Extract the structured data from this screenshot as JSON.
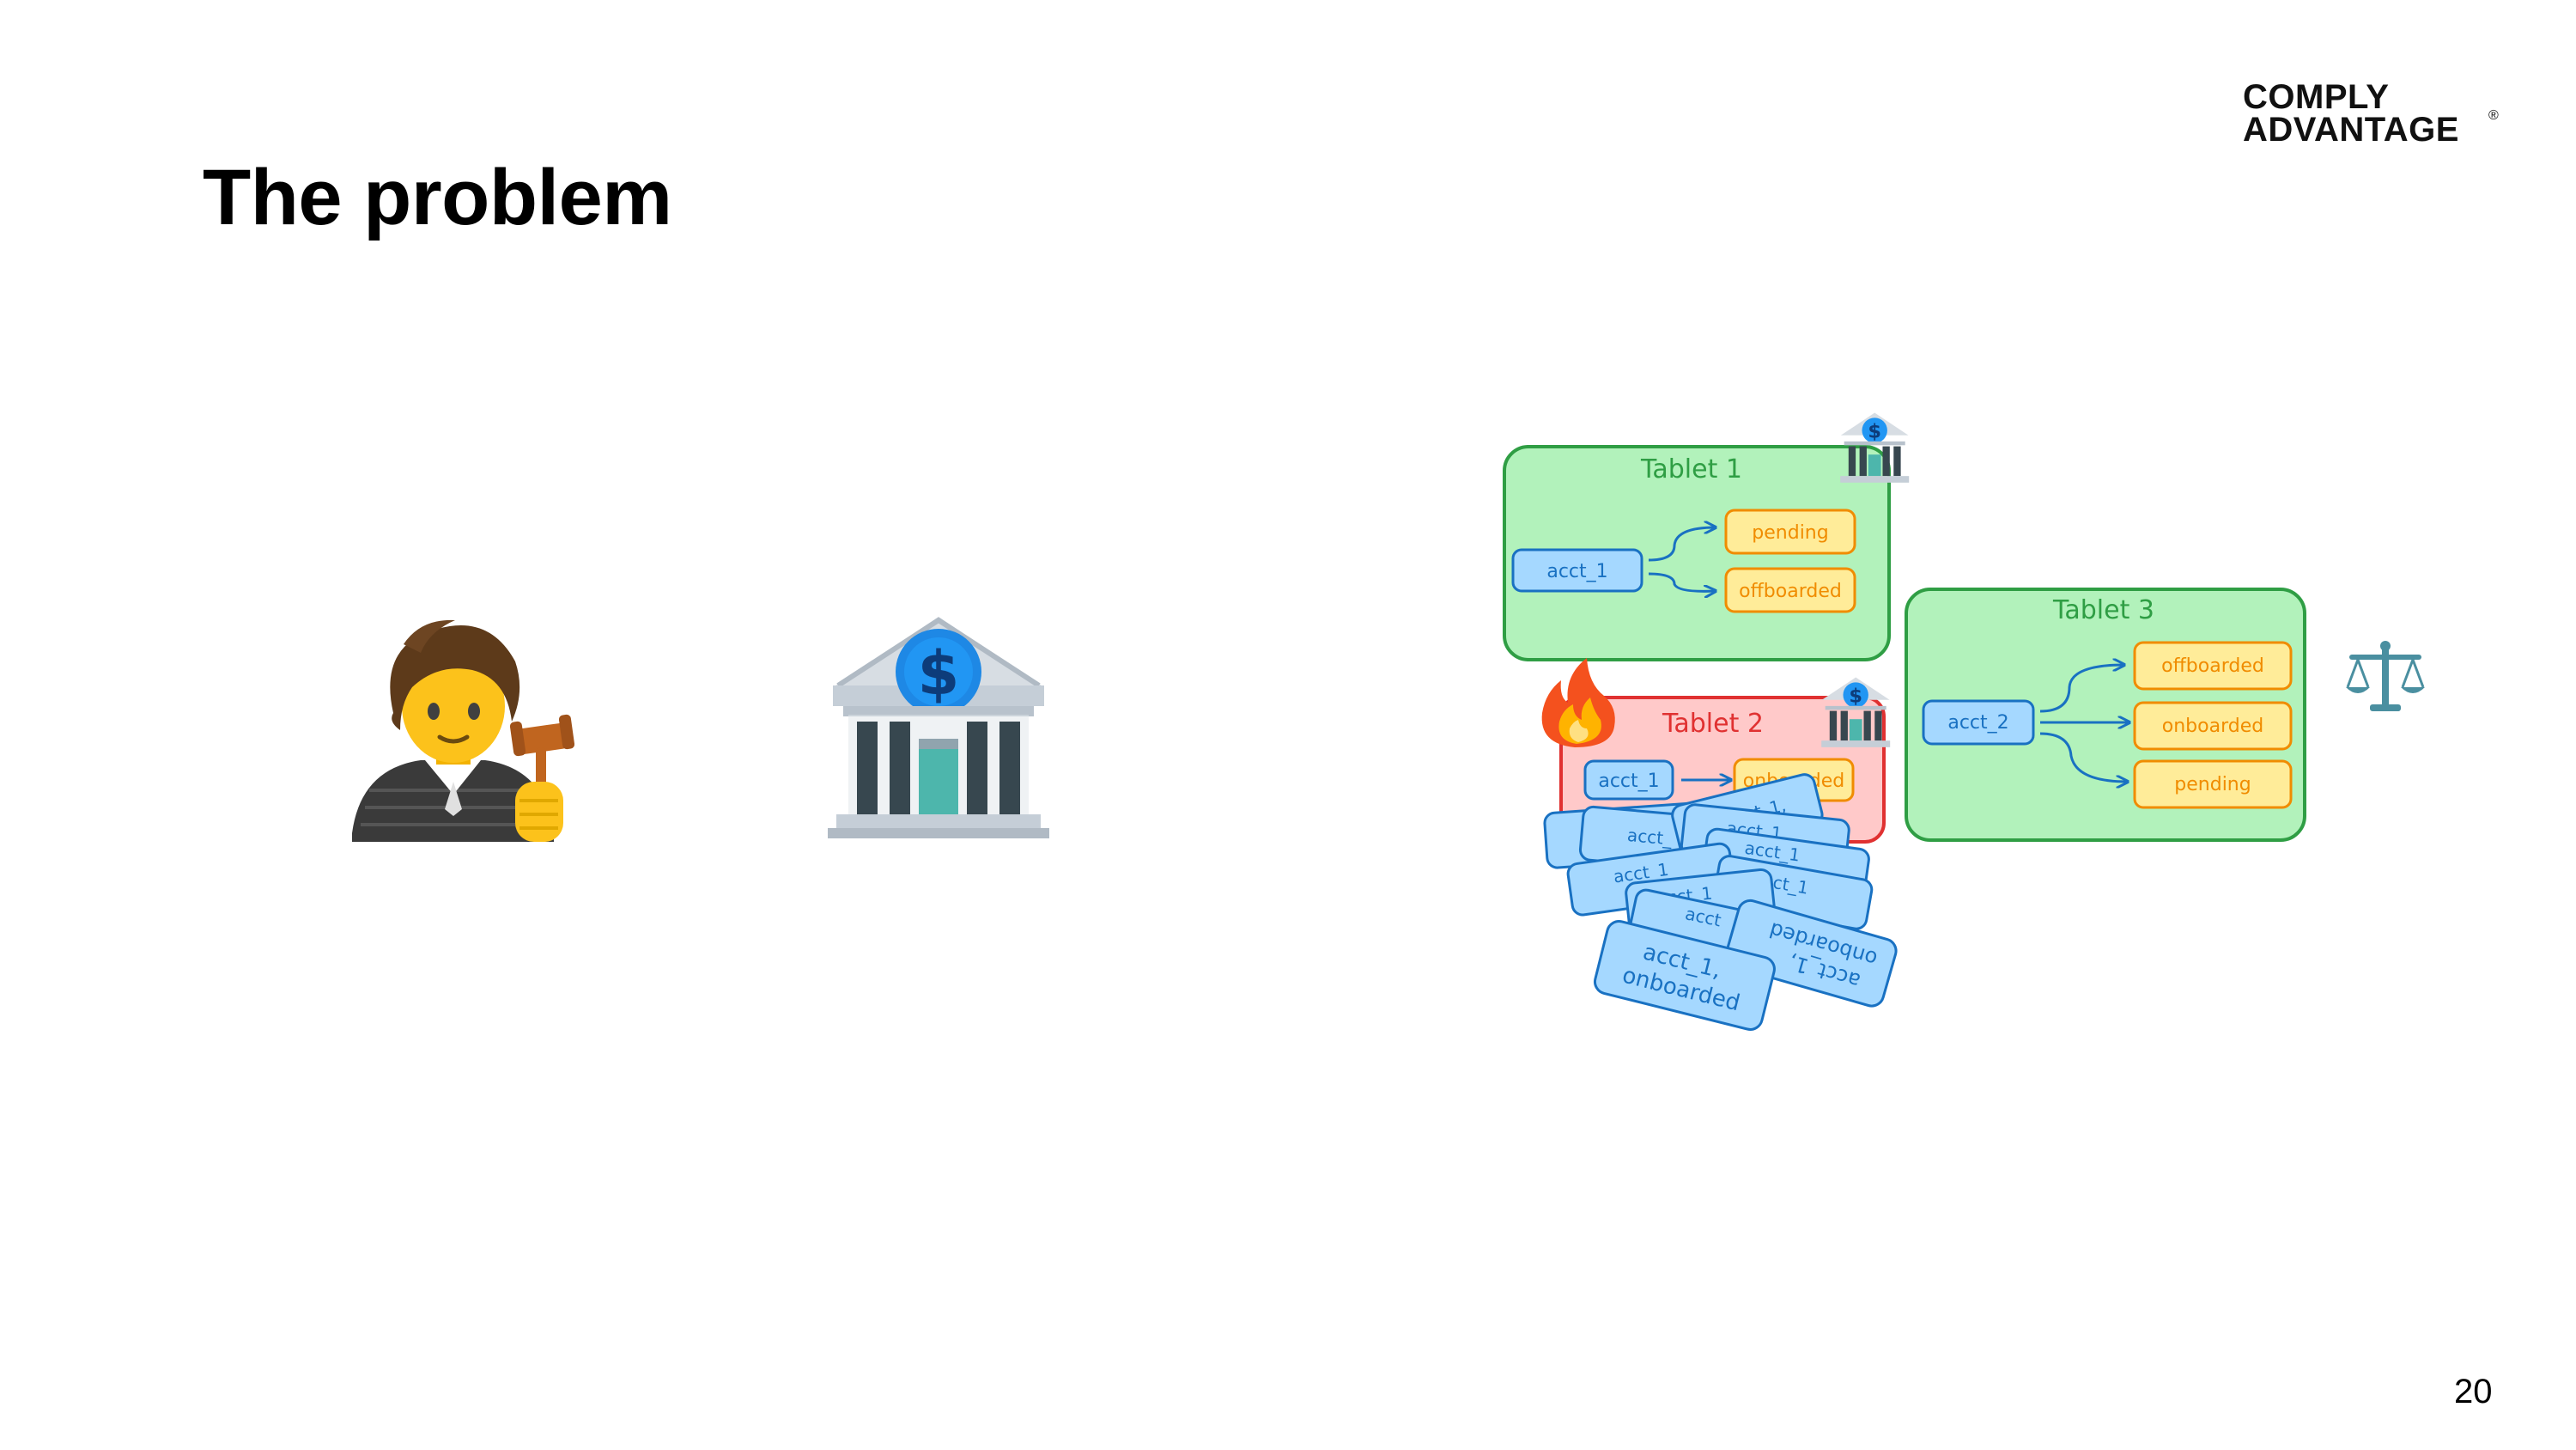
{
  "slide": {
    "title": "The problem",
    "page_number": "20"
  },
  "logo": {
    "line1": "COMPLY",
    "line2": "ADVANTAGE",
    "registered": "®"
  },
  "icons": {
    "judge": "judge-emoji-icon",
    "bank": "bank-emoji-icon",
    "fire": "fire-emoji-icon",
    "scales": "balance-scale-emoji-icon"
  },
  "diagram": {
    "tablet1": {
      "title": "Tablet 1",
      "account": "acct_1",
      "states": [
        "pending",
        "offboarded"
      ]
    },
    "tablet2": {
      "title": "Tablet 2",
      "account": "acct_1",
      "state": "onboarded"
    },
    "tablet3": {
      "title": "Tablet 3",
      "account": "acct_2",
      "states": [
        "offboarded",
        "onboarded",
        "pending"
      ]
    },
    "pile": {
      "front_card": [
        "acct_1,",
        "onboarded"
      ],
      "flipped_card": [
        "acct_1,",
        "onboarded"
      ],
      "partial_labels": [
        "acct_",
        "acct_1,",
        "acct_1,",
        "acct_1",
        "acct_1",
        "acct_1",
        "acct_1",
        "acct"
      ]
    },
    "colors": {
      "tablet_fill": "#b2f2bb",
      "tablet_stroke": "#2f9e44",
      "hot_fill": "#ffc9c9",
      "hot_stroke": "#e03131",
      "account_fill": "#a5d8ff",
      "account_stroke": "#1971c2",
      "state_fill": "#ffec99",
      "state_stroke": "#f08c00"
    }
  }
}
